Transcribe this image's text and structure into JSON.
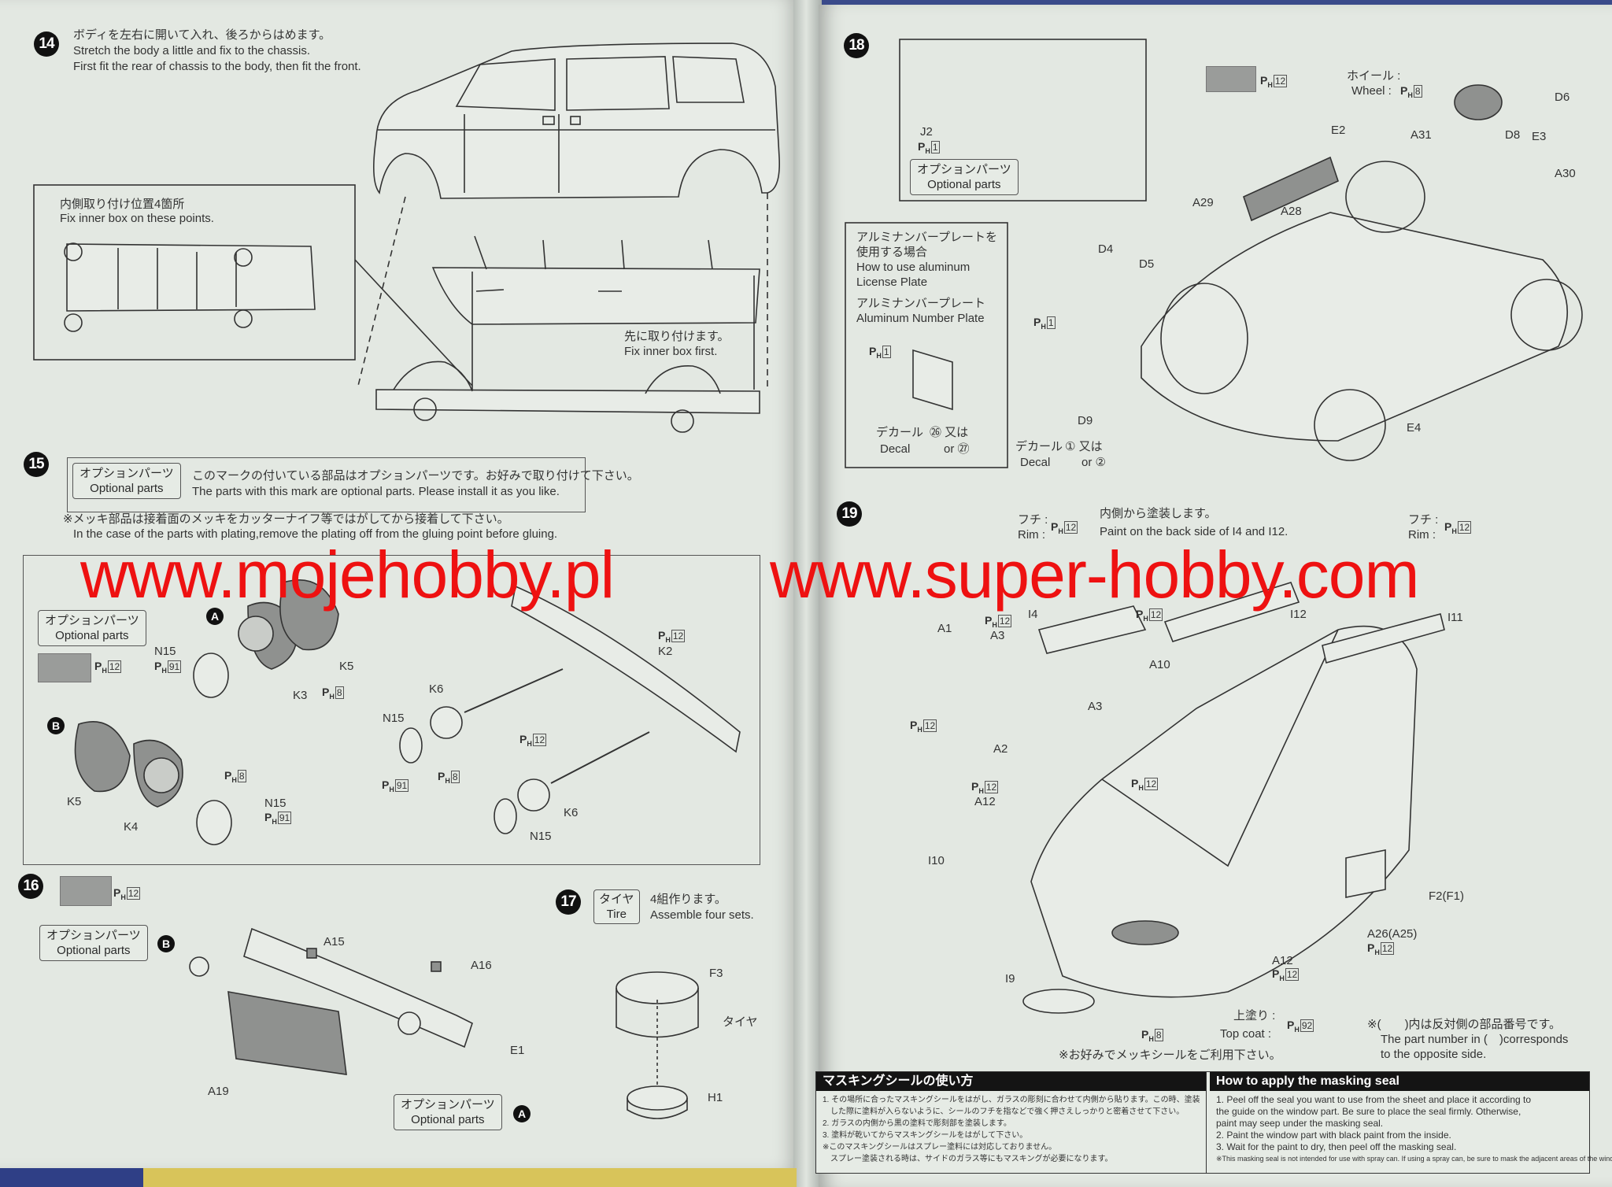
{
  "paint_prefix": "P",
  "paint_sub": "H",
  "optional": {
    "jp": "オプションパーツ",
    "en": "Optional parts"
  },
  "watermarks": [
    "www.mojehobby.pl",
    "www.super-hobby.com"
  ],
  "step14": {
    "number": "14",
    "jp": "ボディを左右に開いて入れ、後ろからはめます。",
    "en1": "Stretch the body a little and fix to the chassis.",
    "en2": "First fit the rear of chassis to the body, then fit the front.",
    "inset_jp": "内側取り付け位置4箇所",
    "inset_en": "Fix inner box on these points.",
    "first_jp": "先に取り付けます。",
    "first_en": "Fix inner box first."
  },
  "step15": {
    "number": "15",
    "desc_jp": "このマークの付いている部品はオプションパーツです。お好みで取り付けて下さい。",
    "desc_en": "The parts with this mark are optional parts. Please install it as you like.",
    "note_jp": "※メッキ部品は接着面のメッキをカッターナイフ等ではがしてから接着して下さい。",
    "note_en": "In the case of the parts with plating,remove the plating off from the gluing point before gluing.",
    "letters": [
      "A",
      "B"
    ],
    "labels": [
      {
        "paint": "12"
      },
      {
        "text": "N15"
      },
      {
        "paint": "91"
      },
      {
        "text": "K5"
      },
      {
        "text": "K3"
      },
      {
        "paint": "8"
      },
      {
        "paint": "12"
      },
      {
        "text": "K2"
      },
      {
        "text": "K6"
      },
      {
        "text": "N15"
      },
      {
        "paint": "12"
      },
      {
        "paint": "8"
      },
      {
        "paint": "91"
      },
      {
        "text": "K6"
      },
      {
        "text": "N15"
      },
      {
        "text": "K5"
      },
      {
        "text": "K4"
      },
      {
        "paint": "8"
      },
      {
        "text": "N15"
      },
      {
        "paint": "91"
      }
    ]
  },
  "step16": {
    "number": "16",
    "letters": [
      "B",
      "A"
    ],
    "labels": [
      {
        "paint": "12"
      },
      {
        "text": "A15"
      },
      {
        "text": "A16"
      },
      {
        "text": "E1"
      },
      {
        "text": "A19"
      }
    ]
  },
  "step17": {
    "number": "17",
    "tire_jp": "タイヤ",
    "tire_en": "Tire",
    "jp": "4組作ります。",
    "en": "Assemble four sets.",
    "labels": [
      {
        "text": "F3"
      },
      {
        "text": "タイヤ"
      },
      {
        "text": "H1"
      }
    ]
  },
  "step18": {
    "number": "18",
    "license_jp1": "アルミナンバープレートを",
    "license_jp2": "使用する場合",
    "license_en1": "How to use aluminum",
    "license_en2": "License Plate",
    "plate_jp": "アルミナンバープレート",
    "plate_en": "Aluminum Number Plate",
    "labels": [
      {
        "paint": "12"
      },
      {
        "text": "ホイール :"
      },
      {
        "text": "Wheel :"
      },
      {
        "paint": "8"
      },
      {
        "text": "D6"
      },
      {
        "text": "E2"
      },
      {
        "text": "A31"
      },
      {
        "text": "D8"
      },
      {
        "text": "E3"
      },
      {
        "text": "A30"
      },
      {
        "text": "A29"
      },
      {
        "text": "A28"
      },
      {
        "text": "D4"
      },
      {
        "text": "D5"
      },
      {
        "paint": "1"
      },
      {
        "text": "D9"
      },
      {
        "text": "E4"
      },
      {
        "text": "デカール"
      },
      {
        "text": "Decal"
      },
      {
        "text": "① 又は"
      },
      {
        "text": "or ②"
      },
      {
        "text": "J2"
      },
      {
        "paint": "1"
      },
      {
        "paint": "1"
      },
      {
        "text": "デカール"
      },
      {
        "text": "Decal"
      },
      {
        "text": "㉖ 又は"
      },
      {
        "text": "or ㉗"
      }
    ]
  },
  "step19": {
    "number": "19",
    "jp": "内側から塗装します。",
    "en": "Paint on the back side of I4 and I12.",
    "chrome_note": "※お好みでメッキシールをご利用下さい。",
    "paren_jp": "※(　　)内は反対側の部品番号です。",
    "paren_en1": "The part number in (　)corresponds",
    "paren_en2": "to the opposite side.",
    "labels": [
      {
        "text": "フチ :"
      },
      {
        "text": "Rim :"
      },
      {
        "paint": "12"
      },
      {
        "text": "I4"
      },
      {
        "paint": "12"
      },
      {
        "text": "I12"
      },
      {
        "text": "フチ :"
      },
      {
        "text": "Rim :"
      },
      {
        "paint": "12"
      },
      {
        "text": "I11"
      },
      {
        "text": "A1"
      },
      {
        "paint": "12"
      },
      {
        "text": "A3"
      },
      {
        "text": "A10"
      },
      {
        "text": "A3"
      },
      {
        "paint": "12"
      },
      {
        "text": "A2"
      },
      {
        "paint": "12"
      },
      {
        "paint": "12"
      },
      {
        "text": "A12"
      },
      {
        "text": "I10"
      },
      {
        "text": "F2(F1)"
      },
      {
        "text": "A26(A25)"
      },
      {
        "paint": "12"
      },
      {
        "text": "A12"
      },
      {
        "paint": "12"
      },
      {
        "text": "I9"
      },
      {
        "text": "上塗り :"
      },
      {
        "text": "Top coat :"
      },
      {
        "paint": "92"
      },
      {
        "paint": "8"
      }
    ]
  },
  "masking": {
    "title_jp": "マスキングシールの使い方",
    "title_en": "How to apply the masking seal",
    "jp": [
      "1. その場所に合ったマスキングシールをはがし、ガラスの彫刻に合わせて内側から貼ります。この時、塗装",
      "　した際に塗料が入らないように、シールのフチを指などで強く押さえしっかりと密着させて下さい。",
      "2. ガラスの内側から黒の塗料で彫刻部を塗装します。",
      "3. 塗料が乾いてからマスキングシールをはがして下さい。",
      "※このマスキングシールはスプレー塗料には対応しておりません。",
      "　スプレー塗装される時は、サイドのガラス等にもマスキングが必要になります。"
    ],
    "en": [
      "1. Peel off the seal you want to use from the sheet and place it according to",
      "    the guide on the window part. Be sure to place the seal firmly. Otherwise,",
      "    paint may seep under the masking seal.",
      "2. Paint the window part with black paint from the inside.",
      "3. Wait for the paint to dry, then peel off the masking seal."
    ],
    "en_note": "※This masking seal is not intended for use with spray can. If using a spray can, be sure to mask the adjacent areas of the window part."
  }
}
